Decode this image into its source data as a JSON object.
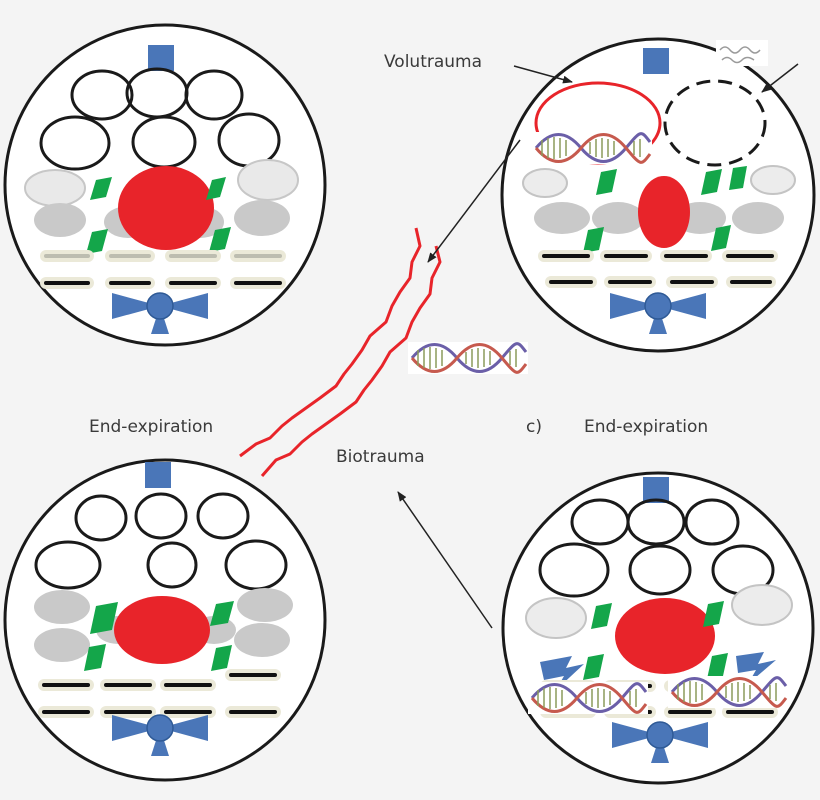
{
  "labels": {
    "volutrauma": "Volutrauma",
    "biotrauma": "Biotrauma",
    "end_expiration_left": "End-expiration",
    "panel_c_letter": "c)",
    "end_expiration_right": "End-expiration"
  },
  "colors": {
    "background": "#f4f4f4",
    "outline": "#1a1a1a",
    "red_cell": "#e8242a",
    "green_cell": "#14a64a",
    "blue_marker": "#4a76b8",
    "grey_cell": "#c9c9c9",
    "light_cell": "#e9e9e9",
    "arrow": "#222222"
  },
  "panels": [
    {
      "id": "top-left",
      "state": "normal alveolus"
    },
    {
      "id": "top-right",
      "state": "overdistended alveolus with ruptured cell"
    },
    {
      "id": "bottom-left",
      "state": "end-expiration alveolus"
    },
    {
      "id": "bottom-right",
      "state": "end-expiration alveolus with DNA release"
    }
  ]
}
